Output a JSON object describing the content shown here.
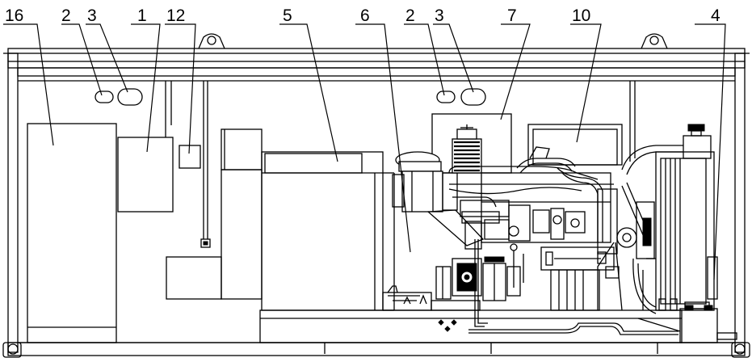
{
  "callouts": [
    {
      "id": "c16",
      "label": "16",
      "part": "left-cabinet"
    },
    {
      "id": "c2a",
      "label": "2",
      "part": "left-light-small"
    },
    {
      "id": "c3a",
      "label": "3",
      "part": "left-light-large"
    },
    {
      "id": "c1",
      "label": "1",
      "part": "control-box"
    },
    {
      "id": "c12",
      "label": "12",
      "part": "small-box"
    },
    {
      "id": "c5",
      "label": "5",
      "part": "alternator"
    },
    {
      "id": "c6",
      "label": "6",
      "part": "engine"
    },
    {
      "id": "c2b",
      "label": "2",
      "part": "right-light-small"
    },
    {
      "id": "c3b",
      "label": "3",
      "part": "right-light-large"
    },
    {
      "id": "c7",
      "label": "7",
      "part": "air-panel"
    },
    {
      "id": "c10",
      "label": "10",
      "part": "rear-panel"
    },
    {
      "id": "c4",
      "label": "4",
      "part": "radiator"
    }
  ]
}
